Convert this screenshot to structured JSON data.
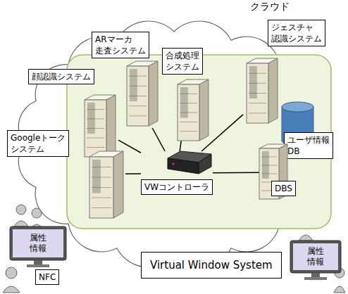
{
  "diagram": {
    "nodes": [
      {
        "text": [
          "クラウド"
        ]
      },
      {
        "text": [
          "顔認識システム"
        ],
        "in": 0
      },
      {
        "text": [
          "ARマーカ 走査システム"
        ],
        "in": 0
      },
      {
        "text": [
          "合成処理 システム"
        ],
        "in": 0
      },
      {
        "text": [
          "ジェスチャ 認識システム"
        ],
        "in": 0
      },
      {
        "text": [
          "Googleトーク システム"
        ],
        "in": 0
      },
      {
        "text": [
          "ユーザ情報 DB"
        ],
        "in": 0
      },
      {
        "text": [
          "DBS"
        ],
        "in": 0
      },
      {
        "text": [
          "VWコントローラ"
        ],
        "in": 0
      },
      {
        "text": [
          "Virtual Window System"
        ]
      },
      {
        "text": [
          "属性情報"
        ]
      },
      {
        "text": [
          "NFC"
        ]
      },
      {
        "text": [
          "属性情報"
        ]
      }
    ],
    "edges": [
      {
        "from": 8,
        "to": 1,
        "arrow": "none"
      },
      {
        "from": 8,
        "to": 2,
        "arrow": "none"
      },
      {
        "from": 8,
        "to": 3,
        "arrow": "none"
      },
      {
        "from": 8,
        "to": 4,
        "arrow": "none"
      },
      {
        "from": 8,
        "to": 5,
        "arrow": "none"
      },
      {
        "from": 8,
        "to": 7,
        "arrow": "none"
      }
    ]
  }
}
